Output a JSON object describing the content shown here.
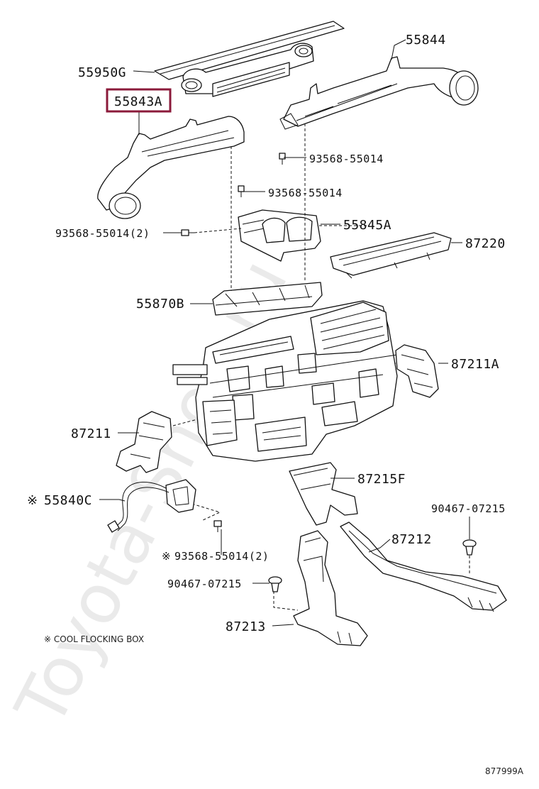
{
  "watermark": "Toyota-Shop.ru",
  "highlight_color": "#8b1a3a",
  "labels": {
    "p55844": "55844",
    "p55950g": "55950G",
    "p55843a": "55843A",
    "p93568a": "93568-55014",
    "p93568b": "93568-55014",
    "p93568c": "93568-55014(2)",
    "p55845a": "55845A",
    "p87220": "87220",
    "p55870b": "55870B",
    "p87211a": "87211A",
    "p87211": "87211",
    "p55840c": "55840C",
    "p87215f": "87215F",
    "p90467a": "90467-07215",
    "p87212": "87212",
    "p93568d": "93568-55014(2)",
    "p90467b": "90467-07215",
    "p87213": "87213"
  },
  "mark": "※",
  "note": "※ COOL FLOCKING BOX",
  "diagram_code": "877999A"
}
